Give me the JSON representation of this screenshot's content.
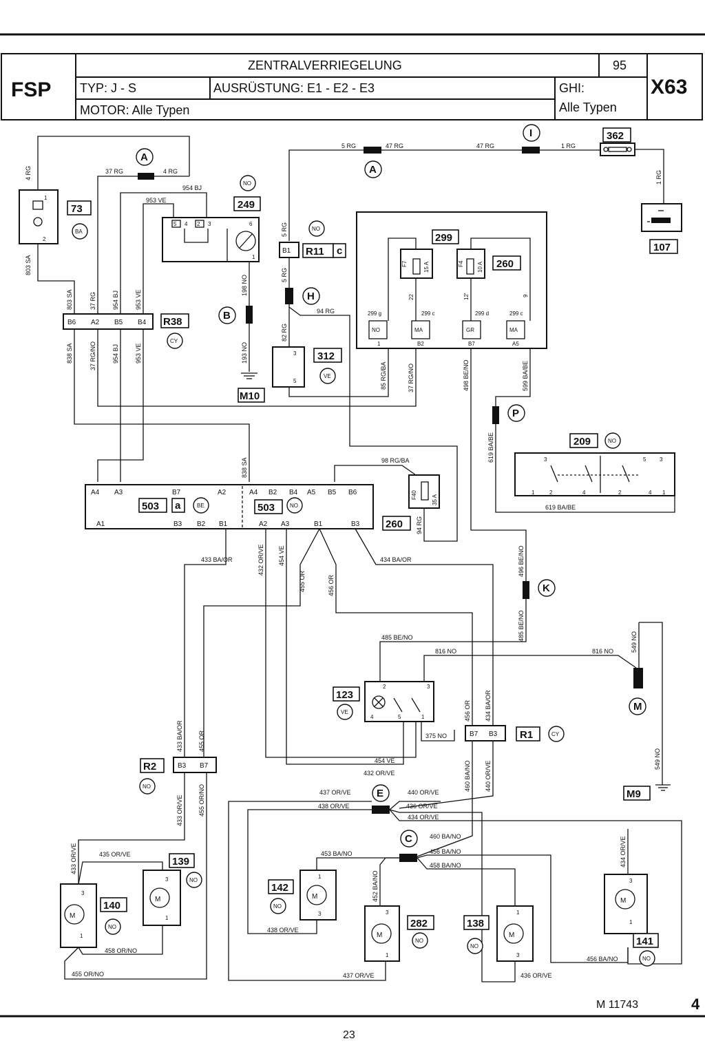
{
  "header": {
    "left_code": "FSP",
    "title": "ZENTRALVERRIEGELUNG",
    "year": "95",
    "type": "TYP: J - S",
    "equipment": "AUSRÜSTUNG: E1 - E2 - E3",
    "ghi_label": "GHI:",
    "ghi_value": "Alle Typen",
    "motor": "MOTOR: Alle Typen",
    "right_code": "X63"
  },
  "footer": {
    "drawing_no": "M 11743",
    "sheet": "4",
    "page": "23"
  },
  "components": {
    "c73": "73",
    "c249": "249",
    "c362": "362",
    "c107": "107",
    "c299": "299",
    "c260a": "260",
    "c260b": "260",
    "c312": "312",
    "m10": "M10",
    "r38": "R38",
    "r11": "R11",
    "r11c": "c",
    "c209": "209",
    "c503a": "503",
    "c503a_sub": "a",
    "c503b": "503",
    "c123": "123",
    "r1": "R1",
    "r2": "R2",
    "m9": "M9",
    "c139": "139",
    "c140": "140",
    "c142": "142",
    "c282": "282",
    "c138": "138",
    "c141": "141"
  },
  "color_codes": {
    "NO": "NO",
    "BA": "BA",
    "CY": "CY",
    "VE": "VE",
    "BE": "BE",
    "GR": "GR",
    "MA": "MA"
  },
  "circles": {
    "A1": "A",
    "A2": "A",
    "I": "I",
    "B": "B",
    "H": "H",
    "P": "P",
    "K": "K",
    "M": "M",
    "E": "E",
    "C": "C"
  },
  "wires": {
    "w4rg_a": "4 RG",
    "w37rg": "37 RG",
    "w4rg_b": "4 RG",
    "w954bj": "954 BJ",
    "w953ve": "953 VE",
    "w803sa_a": "803 SA",
    "w803sa_b": "803 SA",
    "w37rg_b": "37 RG",
    "w954bj_b": "954 BJ",
    "w953ve_b": "953 VE",
    "w838sa": "838 SA",
    "w37rgno": "37 RG/NO",
    "w954bj_c": "954 BJ",
    "w953ve_c": "953 VE",
    "w5rg_a": "5 RG",
    "w47rg_a": "47 RG",
    "w47rg_b": "47 RG",
    "w1rg_a": "1 RG",
    "w1rg_b": "1 RG",
    "w5rg_b": "5 RG",
    "w5rg_c": "5 RG",
    "w94rg": "94 RG",
    "w82rg": "82 RG",
    "w198no": "198 NO",
    "w193no": "193 NO",
    "w85rgba": "85 RG/BA",
    "w37rgno_b": "37 RG/NO",
    "w498beno": "498 BE/NO",
    "w599babe": "599 BA/BE",
    "w619babe_a": "619 BA/BE",
    "w619babe_b": "619 BA/BE",
    "w838sa_b": "838 SA",
    "w98rgba": "98 RG/BA",
    "w94rg_b": "94 RG",
    "w433baor": "433 BA/OR",
    "w432orve": "432 OR/VE",
    "w454ve": "454 VE",
    "w455or": "455 OR",
    "w456or": "456 OR",
    "w434baor": "434 BA/OR",
    "w496beno": "496 BE/NO",
    "w485beno_a": "485 BE/NO",
    "w485beno_b": "485 BE/NO",
    "w816no_a": "816 NO",
    "w816no_b": "816 NO",
    "w549no_a": "549 NO",
    "w549no_b": "549 NO",
    "w456or_b": "456 OR",
    "w434baor_b": "434 BA/OR",
    "w375no": "375 NO",
    "w454ve_b": "454 VE",
    "w432orve_b": "432 OR/VE",
    "w433baor_b": "433 BA/OR",
    "w455or_b": "455 OR",
    "w433orve": "433 OR/VE",
    "w455orno": "455 OR/NO",
    "w460bano_a": "460 BA/NO",
    "w440orve_a": "440 OR/VE",
    "w437orve_a": "437 OR/VE",
    "w438orve_a": "438 OR/VE",
    "w440orve_b": "440 OR/VE",
    "w436orve_a": "436 OR/VE",
    "w434orve_a": "434 OR/VE",
    "w460bano_b": "460 BA/NO",
    "w453bano": "453 BA/NO",
    "w456bano_a": "456 BA/NO",
    "w458bano": "458 BA/NO",
    "w452bano": "452 BA/NO",
    "w435orve": "435 OR/VE",
    "w433orve_b": "433 OR/VE",
    "w458orno": "458 OR/NO",
    "w455orno_b": "455 OR/NO",
    "w438orve_b": "438 OR/VE",
    "w437orve_b": "437 OR/VE",
    "w436orve_b": "436 OR/VE",
    "w456bano_b": "456 BA/NO",
    "w434orve_b": "434 OR/VE",
    "f7": "F7",
    "f7a": "15 A",
    "f4": "F4",
    "f4a": "10 A",
    "f40": "F40",
    "f40a": "35 A",
    "w22": "22",
    "w12": "12'",
    "w9": "9"
  },
  "pins": {
    "p299g": "299 g",
    "p299c": "299 c",
    "p299d": "299 d",
    "p299c2": "299 c",
    "pB6": "B6",
    "pA2": "A2",
    "pB5": "B5",
    "pB4": "B4",
    "pB1": "B1",
    "pB2": "B2",
    "pB7": "B7",
    "pA5": "A5",
    "pA4": "A4",
    "pA3": "A3",
    "pB3": "B3",
    "pA1": "A1",
    "pB1b": "B1",
    "p1": "1",
    "p2": "2",
    "p3": "3",
    "p4": "4",
    "p5": "5",
    "p6": "6"
  }
}
